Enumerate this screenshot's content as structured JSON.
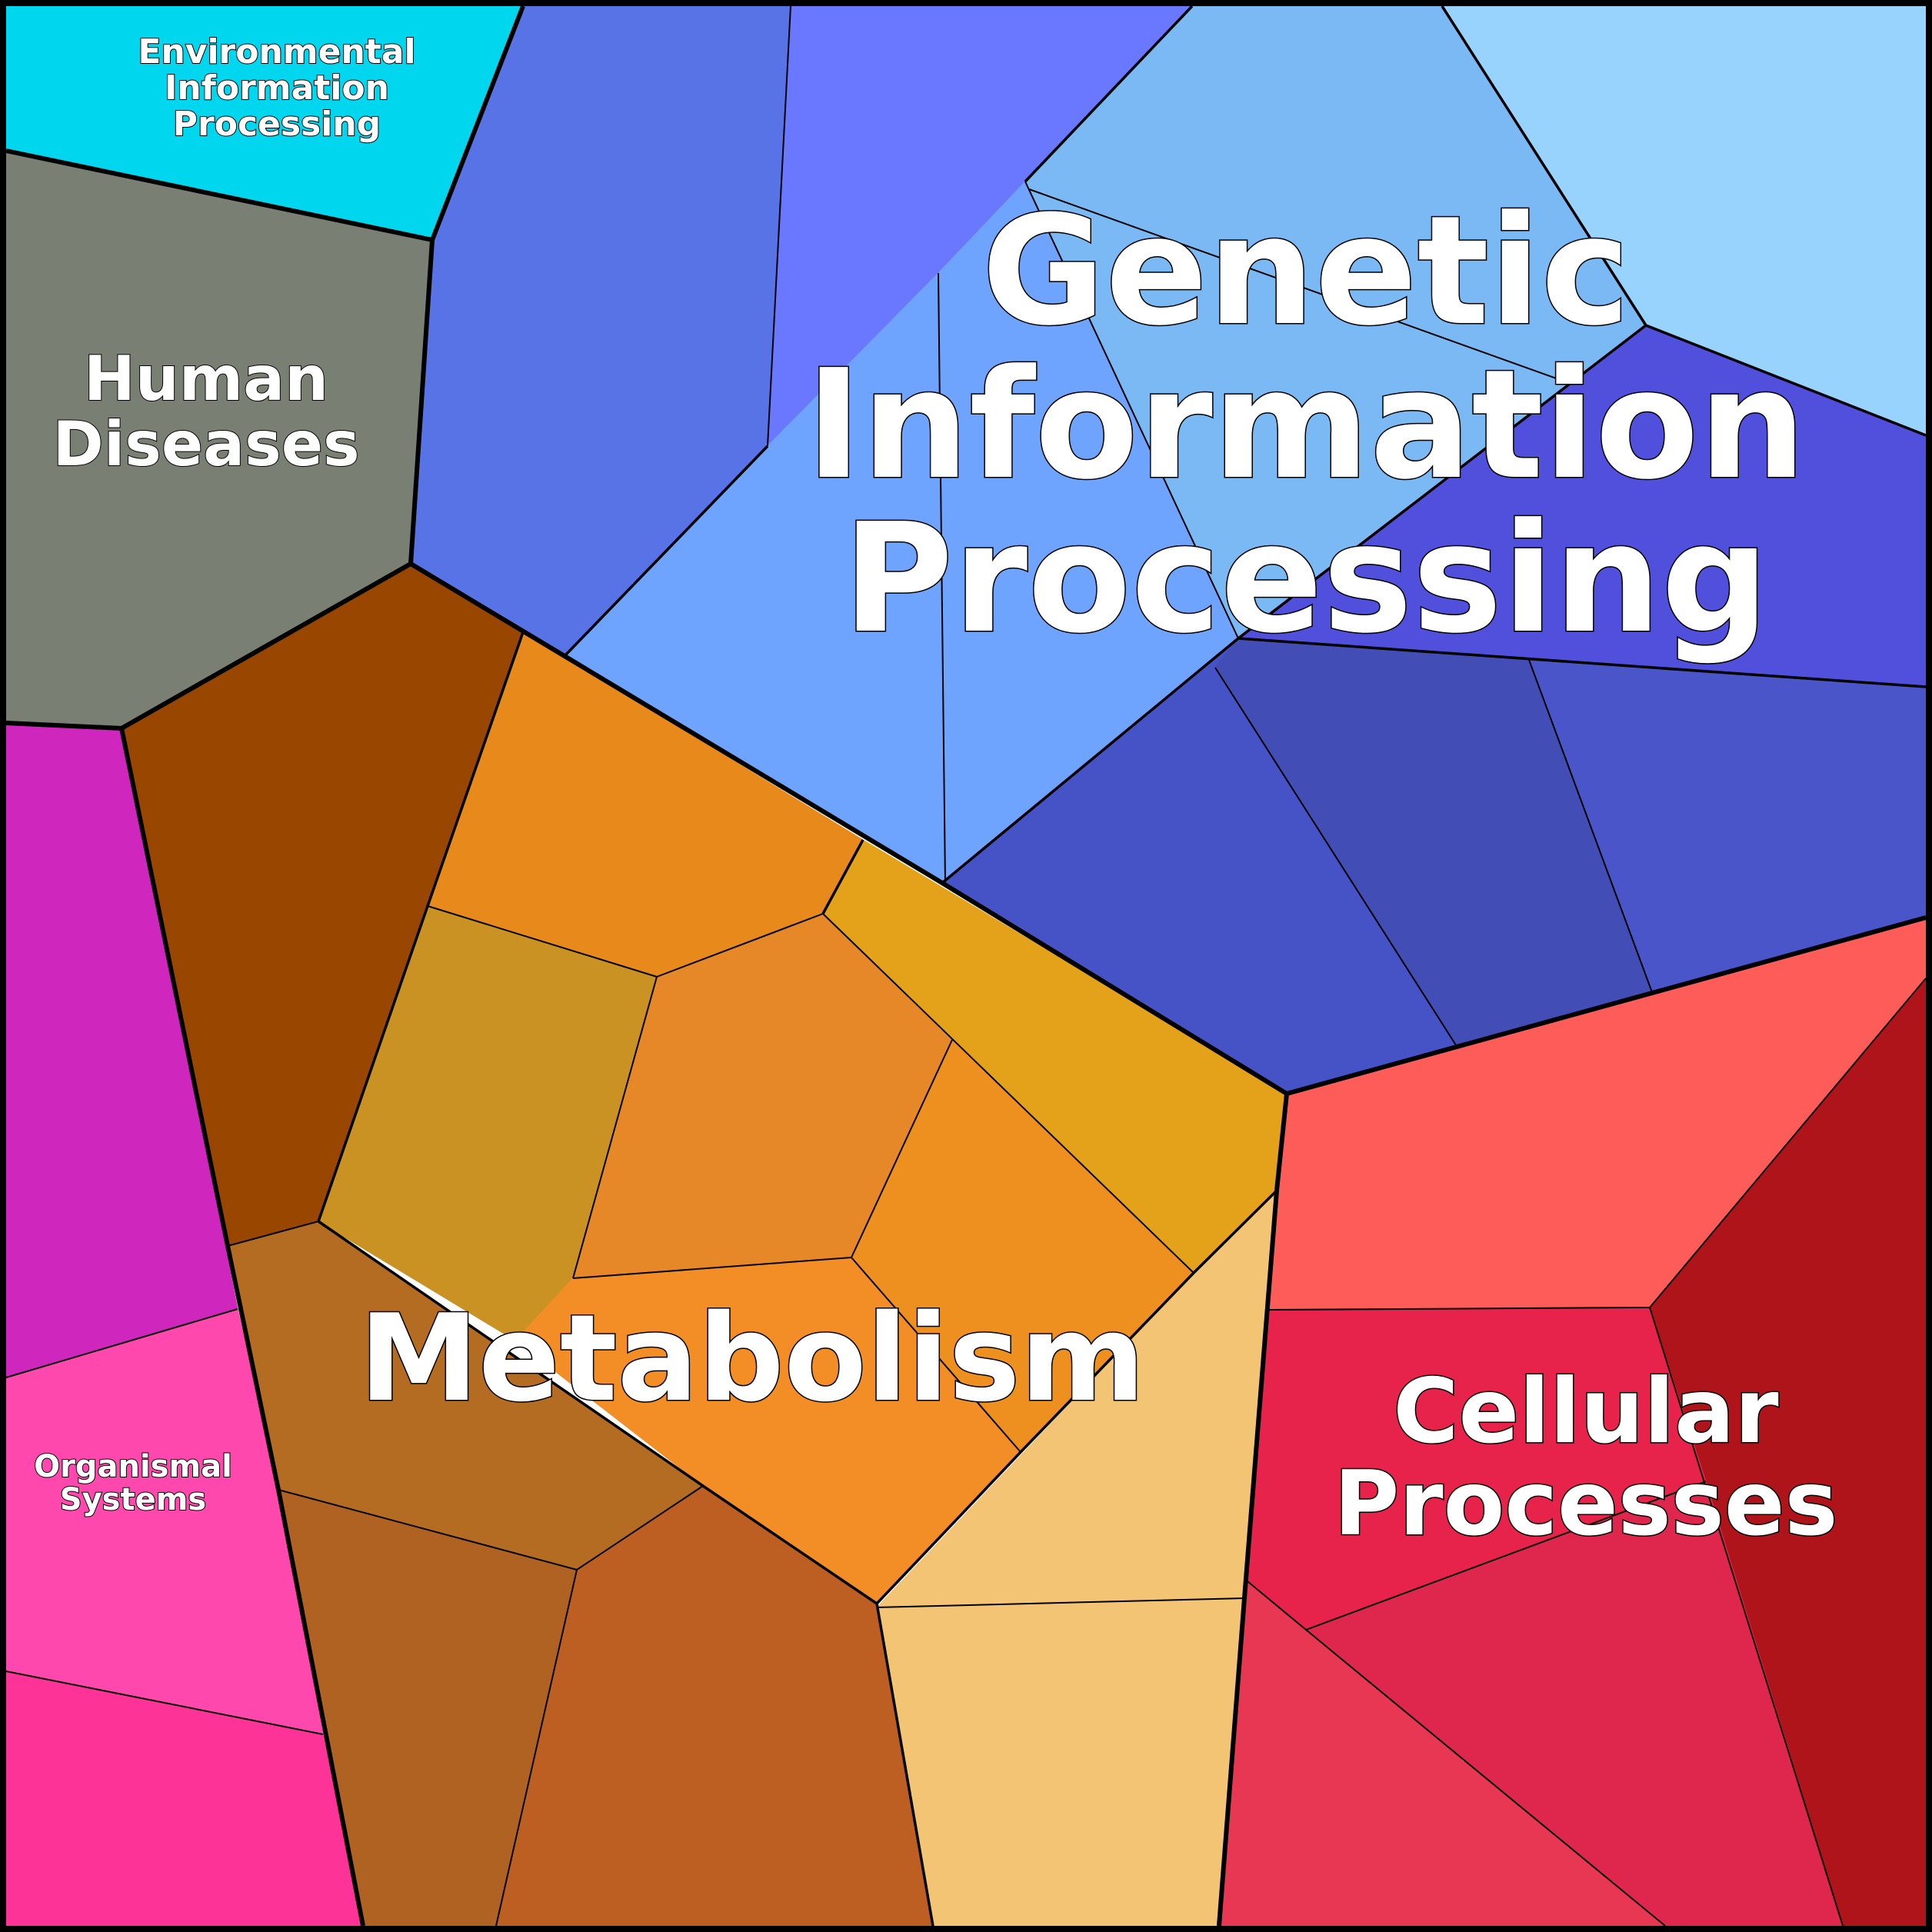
{
  "diagram": {
    "type": "voronoi-treemap",
    "categories": [
      {
        "id": "environmental",
        "lines": [
          "Environmental",
          "Information",
          "Processing"
        ],
        "color": "#00D7EF"
      },
      {
        "id": "human-diseases",
        "lines": [
          "Human",
          "Diseases"
        ],
        "color": "#7A7F74"
      },
      {
        "id": "genetic",
        "lines": [
          "Genetic",
          "Information",
          "Processing"
        ],
        "colors": [
          "#5773E6",
          "#6978FF",
          "#7AB9F4",
          "#98D3FE",
          "#6EA3FE",
          "#5150DC",
          "#4553C6",
          "#434DB6",
          "#4A55C9"
        ]
      },
      {
        "id": "metabolism",
        "lines": [
          "Metabolism"
        ],
        "colors": [
          "#994600",
          "#E88A1B",
          "#CA9223",
          "#E68827",
          "#E4A21B",
          "#EE901F",
          "#F38D26",
          "#F2C473",
          "#B36C22",
          "#B06223",
          "#BD5F22"
        ]
      },
      {
        "id": "cellular",
        "lines": [
          "Cellular",
          "Processes"
        ],
        "colors": [
          "#FE5C58",
          "#AE1419",
          "#E7234B",
          "#DF274E",
          "#E73752"
        ]
      },
      {
        "id": "organismal",
        "lines": [
          "Organismal",
          "Systems"
        ],
        "colors": [
          "#CF27BD",
          "#FE48AD",
          "#FE3398"
        ]
      }
    ]
  }
}
